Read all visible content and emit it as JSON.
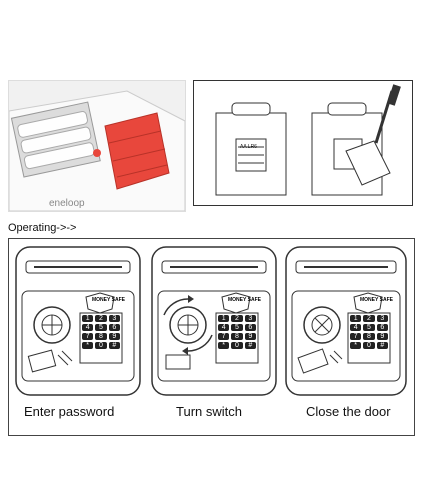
{
  "battery": {
    "cell_brand": "eneloop",
    "holder_label": "AA LR6"
  },
  "operating_label": "Operating->->",
  "steps": [
    {
      "caption": "Enter password"
    },
    {
      "caption": "Turn switch"
    },
    {
      "caption": "Close the door"
    }
  ],
  "badge_text": "MONEY SAFE",
  "keypad_keys": [
    "1",
    "2",
    "3",
    "4",
    "5",
    "6",
    "7",
    "8",
    "9",
    "*",
    "0",
    "#"
  ],
  "colors": {
    "accent_red": "#e8473c",
    "outline": "#333333"
  }
}
